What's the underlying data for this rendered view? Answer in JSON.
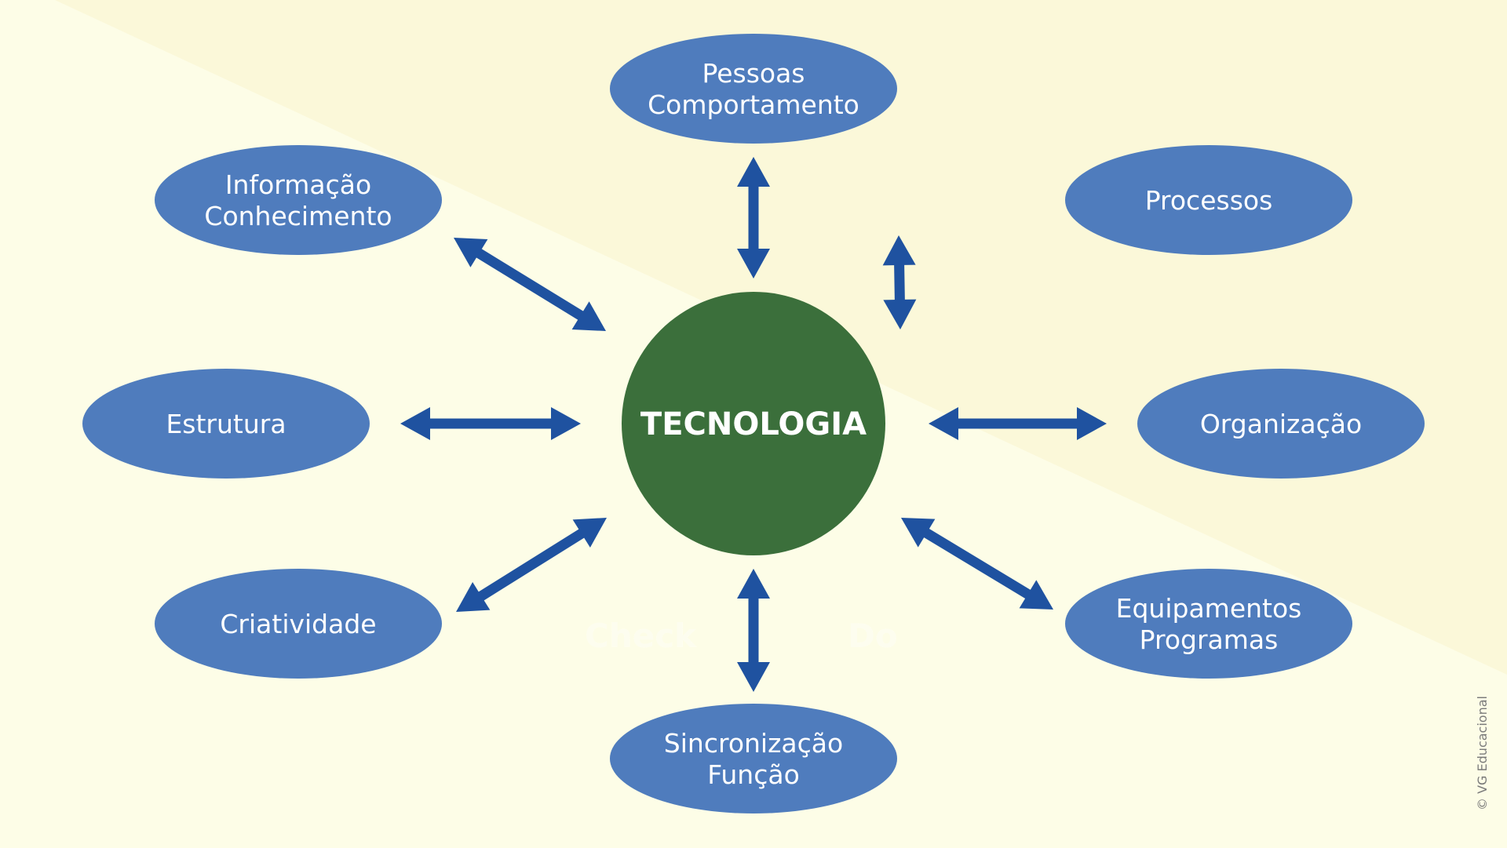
{
  "center": {
    "label": "TECNOLOGIA"
  },
  "nodes": [
    {
      "id": "pessoas",
      "lines": [
        "Pessoas",
        "Comportamento"
      ]
    },
    {
      "id": "processos",
      "lines": [
        "Processos"
      ]
    },
    {
      "id": "organizacao",
      "lines": [
        "Organização"
      ]
    },
    {
      "id": "equipamentos",
      "lines": [
        "Equipamentos",
        "Programas"
      ]
    },
    {
      "id": "sincronizacao",
      "lines": [
        "Sincronização",
        "Função"
      ]
    },
    {
      "id": "criatividade",
      "lines": [
        "Criatividade"
      ]
    },
    {
      "id": "estrutura",
      "lines": [
        "Estrutura"
      ]
    },
    {
      "id": "informacao",
      "lines": [
        "Informação",
        "Conhecimento"
      ]
    }
  ],
  "ghost_labels": {
    "check": "Check",
    "do": "Do"
  },
  "copyright": "© VG Educacional",
  "colors": {
    "background": "#fdfde7",
    "background_corner": "#fbf8d9",
    "ellipse_fill": "#4f7cbd",
    "center_fill": "#3b6f3b",
    "arrow": "#1f52a0",
    "text": "#ffffff"
  }
}
